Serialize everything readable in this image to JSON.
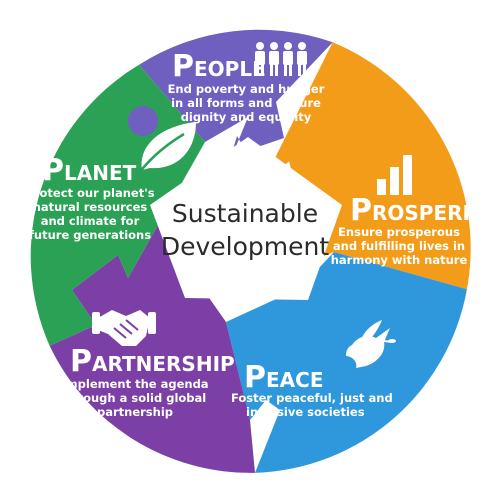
{
  "center": {
    "line1": "Sustainable",
    "line2": "Development"
  },
  "segments": {
    "people": {
      "title_first": "P",
      "title_rest": "EOPLE",
      "desc": [
        "End poverty and hunger",
        "in all forms and ensure",
        "dignity and equality"
      ],
      "color": "#6f5fbf",
      "icon": "people-icon"
    },
    "prosperity": {
      "title_first": "P",
      "title_rest": "ROSPERITY",
      "desc": [
        "Ensure prosperous",
        "and fulfilling lives in",
        "harmony with nature"
      ],
      "color": "#f39c1a",
      "icon": "bar-chart-icon"
    },
    "peace": {
      "title_first": "P",
      "title_rest": "EACE",
      "desc": [
        "Foster peaceful, just and",
        "inclusive societies"
      ],
      "color": "#2f98dc",
      "icon": "dove-icon"
    },
    "partnership": {
      "title_first": "P",
      "title_rest": "ARTNERSHIP",
      "desc": [
        "Implement the agenda",
        "through a solid global",
        "partnership"
      ],
      "color": "#7b3fa6",
      "icon": "handshake-icon"
    },
    "planet": {
      "title_first": "P",
      "title_rest": "LANET",
      "desc": [
        "Protect our planet's",
        "natural resources",
        "and climate for",
        "future generations"
      ],
      "color": "#2aa154",
      "icon": "leaf-icon"
    }
  }
}
